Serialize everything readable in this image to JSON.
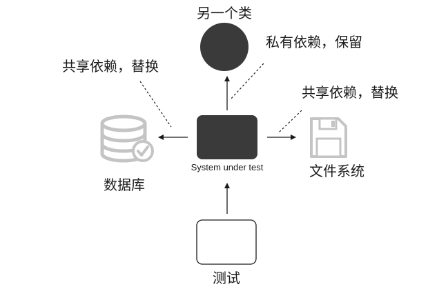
{
  "diagram": {
    "sut_label": "System under test",
    "other_class_label": "另一个类",
    "private_dep_label": "私有依赖，保留",
    "shared_dep_left_label": "共享依赖，替换",
    "shared_dep_right_label": "共享依赖，替换",
    "database_label": "数据库",
    "filesystem_label": "文件系统",
    "test_label": "测试"
  },
  "colors": {
    "dark_node": "#3a3a3a",
    "light_icon": "#c4c4c4",
    "line": "#1a1a1a"
  }
}
